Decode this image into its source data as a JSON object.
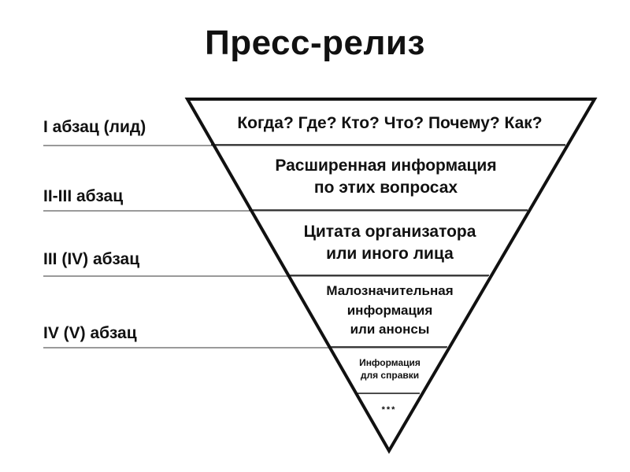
{
  "title": "Пресс-релиз",
  "levels": [
    {
      "label": "I абзац (лид)",
      "text": [
        "Когда? Где? Кто? Что? Почему? Как?"
      ]
    },
    {
      "label": "II-III абзац",
      "text": [
        "Расширенная информация",
        "по этих вопросах"
      ]
    },
    {
      "label": "III (IV) абзац",
      "text": [
        "Цитата организатора",
        "или иного лица"
      ]
    },
    {
      "label": "IV (V) абзац",
      "text": [
        "Малозначительная",
        "информация",
        "или анонсы"
      ]
    },
    {
      "label": "",
      "text": [
        "Информация",
        "для справки"
      ]
    },
    {
      "label": "",
      "text": [
        "***"
      ]
    }
  ],
  "colors": {
    "line": "#111111",
    "divider": "#9a9a9a",
    "text": "#111111"
  }
}
